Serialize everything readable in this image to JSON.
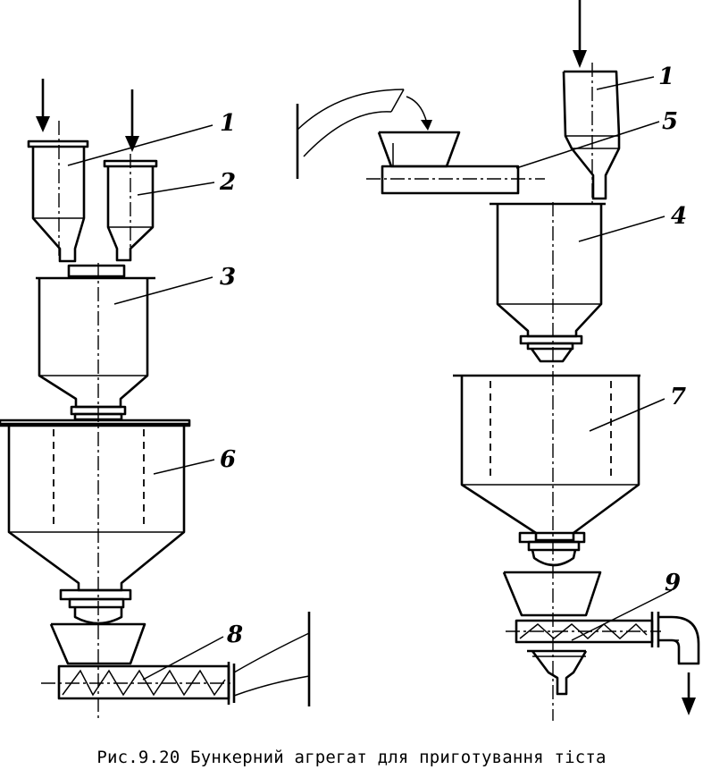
{
  "caption": "Рис.9.20 Бункерний агрегат для приготування тіста",
  "labels": [
    "1",
    "2",
    "3",
    "6",
    "8",
    "1",
    "5",
    "4",
    "7",
    "9"
  ]
}
